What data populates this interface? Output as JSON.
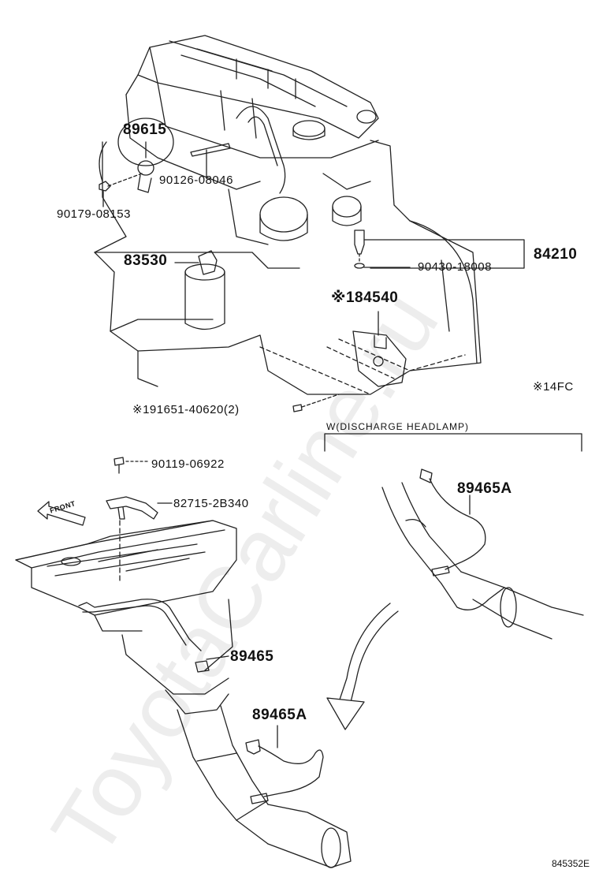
{
  "watermark": "ToyotaCarline.ru",
  "callouts": {
    "p89615": "89615",
    "p90126": "90126-08046",
    "p90179": "90179-08153",
    "p83530": "83530",
    "p90430": "90430-18008",
    "p84210": "84210",
    "p84540": "※184540",
    "p91651": "※191651-40620(2)",
    "note14fc": "※14FC",
    "w_header": "W(DISCHARGE HEADLAMP)",
    "p89465A_top": "89465A",
    "p90119": "90119-06922",
    "p82715": "82715-2B340",
    "front": "FRONT",
    "p89465": "89465",
    "p89465A_bottom": "89465A",
    "diagram_id": "845352E"
  }
}
